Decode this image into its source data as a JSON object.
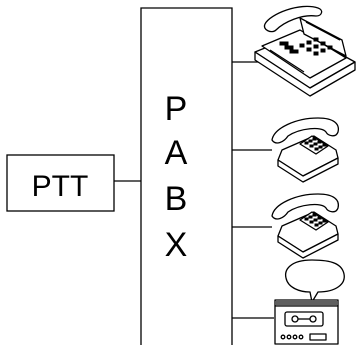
{
  "ptt": {
    "label": "PTT"
  },
  "pabx": {
    "letters": [
      "P",
      "A",
      "B",
      "X"
    ]
  },
  "devices": [
    {
      "icon": "fax-machine-icon"
    },
    {
      "icon": "telephone-icon"
    },
    {
      "icon": "telephone-icon"
    },
    {
      "icon": "answering-machine-icon"
    }
  ]
}
